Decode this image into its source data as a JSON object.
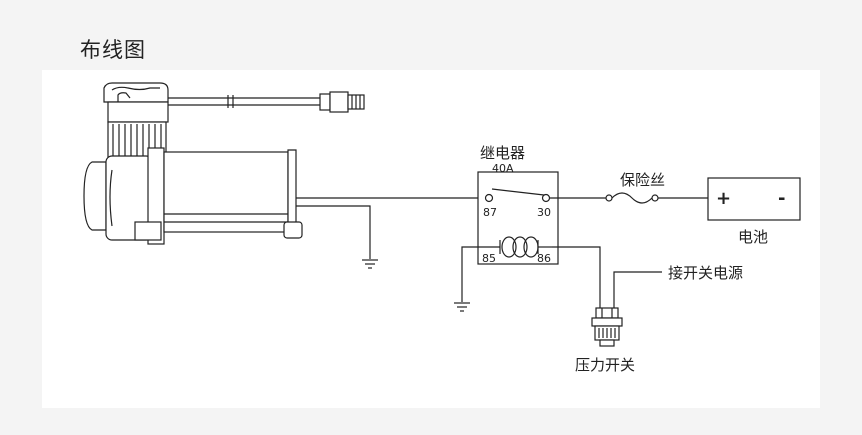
{
  "page": {
    "title": "布线图"
  },
  "diagram": {
    "relay": {
      "label": "继电器",
      "rating": "40A",
      "pin_87": "87",
      "pin_30": "30",
      "pin_85": "85",
      "pin_86": "86"
    },
    "fuse": {
      "label": "保险丝"
    },
    "battery": {
      "label": "电池",
      "plus": "+",
      "minus": "-"
    },
    "switch_source": {
      "label": "接开关电源"
    },
    "pressure_switch": {
      "label": "压力开关"
    }
  },
  "colors": {
    "line": "#222222",
    "background": "#f4f4f4",
    "panel": "#ffffff"
  }
}
